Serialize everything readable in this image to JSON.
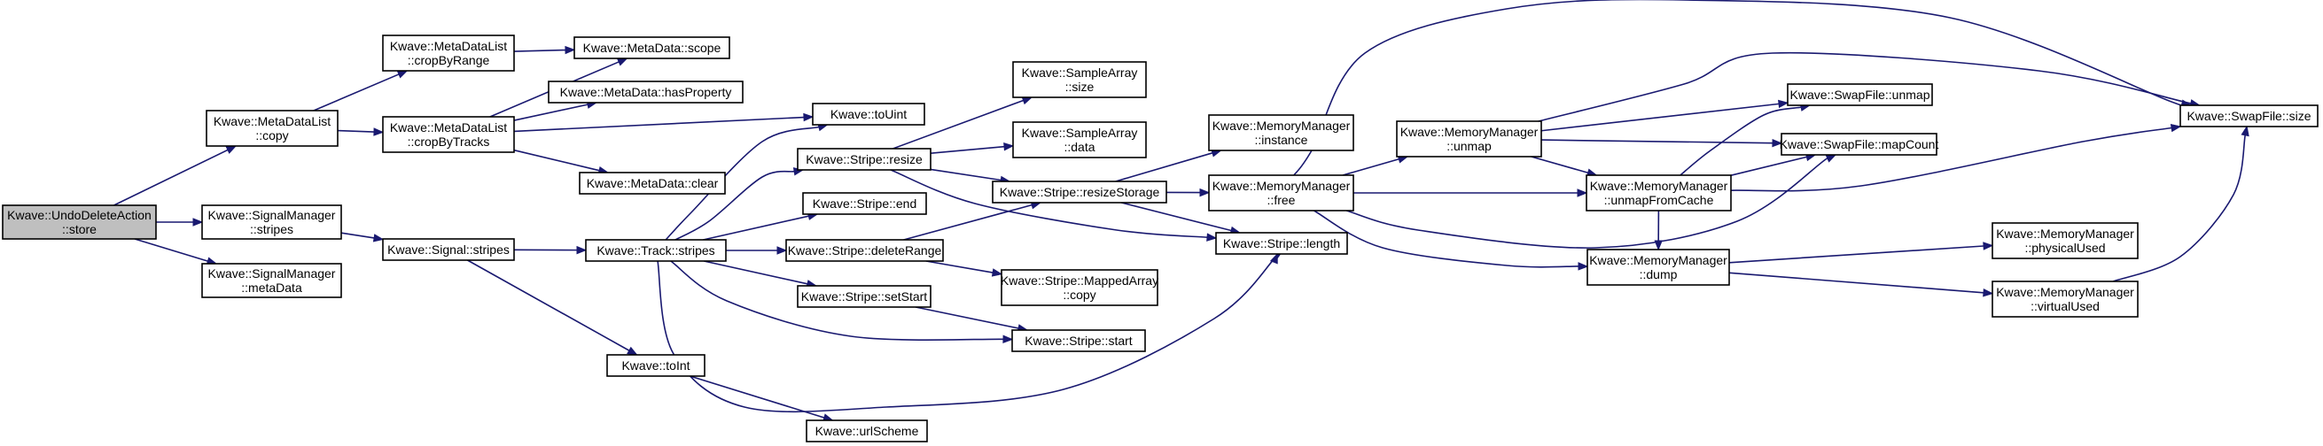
{
  "graph": {
    "nodes": [
      {
        "id": "store",
        "lines": [
          "Kwave::UndoDeleteAction",
          "::store"
        ],
        "root": true
      },
      {
        "id": "mdl_copy",
        "lines": [
          "Kwave::MetaDataList",
          "::copy"
        ]
      },
      {
        "id": "sm_stripes",
        "lines": [
          "Kwave::SignalManager",
          "::stripes"
        ]
      },
      {
        "id": "sm_metadata",
        "lines": [
          "Kwave::SignalManager",
          "::metaData"
        ]
      },
      {
        "id": "mdl_cropbyrange",
        "lines": [
          "Kwave::MetaDataList",
          "::cropByRange"
        ]
      },
      {
        "id": "mdl_cropbytracks",
        "lines": [
          "Kwave::MetaDataList",
          "::cropByTracks"
        ]
      },
      {
        "id": "signal_stripes",
        "lines": [
          "Kwave::Signal::stripes"
        ]
      },
      {
        "id": "md_scope",
        "lines": [
          "Kwave::MetaData::scope"
        ]
      },
      {
        "id": "md_hasproperty",
        "lines": [
          "Kwave::MetaData::hasProperty"
        ]
      },
      {
        "id": "md_clear",
        "lines": [
          "Kwave::MetaData::clear"
        ]
      },
      {
        "id": "touint",
        "lines": [
          "Kwave::toUint"
        ]
      },
      {
        "id": "track_stripes",
        "lines": [
          "Kwave::Track::stripes"
        ]
      },
      {
        "id": "toint",
        "lines": [
          "Kwave::toInt"
        ]
      },
      {
        "id": "urlscheme",
        "lines": [
          "Kwave::urlScheme"
        ]
      },
      {
        "id": "stripe_resize",
        "lines": [
          "Kwave::Stripe::resize"
        ]
      },
      {
        "id": "stripe_end",
        "lines": [
          "Kwave::Stripe::end"
        ]
      },
      {
        "id": "stripe_deleterange",
        "lines": [
          "Kwave::Stripe::deleteRange"
        ]
      },
      {
        "id": "stripe_setstart",
        "lines": [
          "Kwave::Stripe::setStart"
        ]
      },
      {
        "id": "sa_size",
        "lines": [
          "Kwave::SampleArray",
          "::size"
        ]
      },
      {
        "id": "sa_data",
        "lines": [
          "Kwave::SampleArray",
          "::data"
        ]
      },
      {
        "id": "stripe_resizestorage",
        "lines": [
          "Kwave::Stripe::resizeStorage"
        ]
      },
      {
        "id": "sma_copy",
        "lines": [
          "Kwave::Stripe::MappedArray",
          "::copy"
        ]
      },
      {
        "id": "stripe_start",
        "lines": [
          "Kwave::Stripe::start"
        ]
      },
      {
        "id": "mm_instance",
        "lines": [
          "Kwave::MemoryManager",
          "::instance"
        ]
      },
      {
        "id": "mm_free",
        "lines": [
          "Kwave::MemoryManager",
          "::free"
        ]
      },
      {
        "id": "stripe_length",
        "lines": [
          "Kwave::Stripe::length"
        ]
      },
      {
        "id": "mm_unmap",
        "lines": [
          "Kwave::MemoryManager",
          "::unmap"
        ]
      },
      {
        "id": "mm_unmapfromcache",
        "lines": [
          "Kwave::MemoryManager",
          "::unmapFromCache"
        ]
      },
      {
        "id": "mm_dump",
        "lines": [
          "Kwave::MemoryManager",
          "::dump"
        ]
      },
      {
        "id": "sf_unmap",
        "lines": [
          "Kwave::SwapFile::unmap"
        ]
      },
      {
        "id": "sf_mapcount",
        "lines": [
          "Kwave::SwapFile::mapCount"
        ]
      },
      {
        "id": "mm_physicalused",
        "lines": [
          "Kwave::MemoryManager",
          "::physicalUsed"
        ]
      },
      {
        "id": "mm_virtualused",
        "lines": [
          "Kwave::MemoryManager",
          "::virtualUsed"
        ]
      },
      {
        "id": "sf_size",
        "lines": [
          "Kwave::SwapFile::size"
        ]
      }
    ],
    "edges": [
      {
        "from": "store",
        "to": "mdl_copy"
      },
      {
        "from": "store",
        "to": "sm_stripes"
      },
      {
        "from": "store",
        "to": "sm_metadata"
      },
      {
        "from": "mdl_copy",
        "to": "mdl_cropbyrange"
      },
      {
        "from": "mdl_copy",
        "to": "mdl_cropbytracks"
      },
      {
        "from": "mdl_cropbyrange",
        "to": "md_scope"
      },
      {
        "from": "mdl_cropbytracks",
        "to": "md_scope"
      },
      {
        "from": "mdl_cropbytracks",
        "to": "md_hasproperty"
      },
      {
        "from": "mdl_cropbytracks",
        "to": "md_clear"
      },
      {
        "from": "mdl_cropbytracks",
        "to": "touint"
      },
      {
        "from": "sm_stripes",
        "to": "signal_stripes"
      },
      {
        "from": "signal_stripes",
        "to": "track_stripes"
      },
      {
        "from": "signal_stripes",
        "to": "toint"
      },
      {
        "from": "toint",
        "to": "urlscheme"
      },
      {
        "from": "track_stripes",
        "to": "touint"
      },
      {
        "from": "track_stripes",
        "to": "stripe_resize"
      },
      {
        "from": "track_stripes",
        "to": "stripe_end"
      },
      {
        "from": "track_stripes",
        "to": "stripe_deleterange"
      },
      {
        "from": "track_stripes",
        "to": "stripe_setstart"
      },
      {
        "from": "track_stripes",
        "to": "stripe_start"
      },
      {
        "from": "track_stripes",
        "to": "stripe_length"
      },
      {
        "from": "stripe_resize",
        "to": "sa_size"
      },
      {
        "from": "stripe_resize",
        "to": "sa_data"
      },
      {
        "from": "stripe_resize",
        "to": "stripe_resizestorage"
      },
      {
        "from": "stripe_resize",
        "to": "stripe_length"
      },
      {
        "from": "stripe_deleterange",
        "to": "stripe_resizestorage"
      },
      {
        "from": "stripe_deleterange",
        "to": "sma_copy"
      },
      {
        "from": "stripe_setstart",
        "to": "stripe_start"
      },
      {
        "from": "stripe_resizestorage",
        "to": "mm_instance"
      },
      {
        "from": "stripe_resizestorage",
        "to": "mm_free"
      },
      {
        "from": "stripe_resizestorage",
        "to": "stripe_length"
      },
      {
        "from": "mm_free",
        "to": "mm_unmap"
      },
      {
        "from": "mm_free",
        "to": "mm_unmapfromcache"
      },
      {
        "from": "mm_free",
        "to": "mm_dump"
      },
      {
        "from": "mm_free",
        "to": "sf_mapcount"
      },
      {
        "from": "mm_free",
        "to": "sf_size"
      },
      {
        "from": "mm_unmap",
        "to": "sf_unmap"
      },
      {
        "from": "mm_unmap",
        "to": "sf_mapcount"
      },
      {
        "from": "mm_unmap",
        "to": "sf_size"
      },
      {
        "from": "mm_unmap",
        "to": "mm_unmapfromcache"
      },
      {
        "from": "mm_unmapfromcache",
        "to": "sf_unmap"
      },
      {
        "from": "mm_unmapfromcache",
        "to": "sf_mapcount"
      },
      {
        "from": "mm_unmapfromcache",
        "to": "sf_size"
      },
      {
        "from": "mm_unmapfromcache",
        "to": "mm_dump"
      },
      {
        "from": "mm_dump",
        "to": "mm_physicalused"
      },
      {
        "from": "mm_dump",
        "to": "mm_virtualused"
      },
      {
        "from": "mm_virtualused",
        "to": "sf_size"
      }
    ],
    "colors": {
      "edge": "#191970",
      "root_fill": "#bfbfbf",
      "node_fill": "#ffffff",
      "node_stroke": "#000000"
    }
  }
}
